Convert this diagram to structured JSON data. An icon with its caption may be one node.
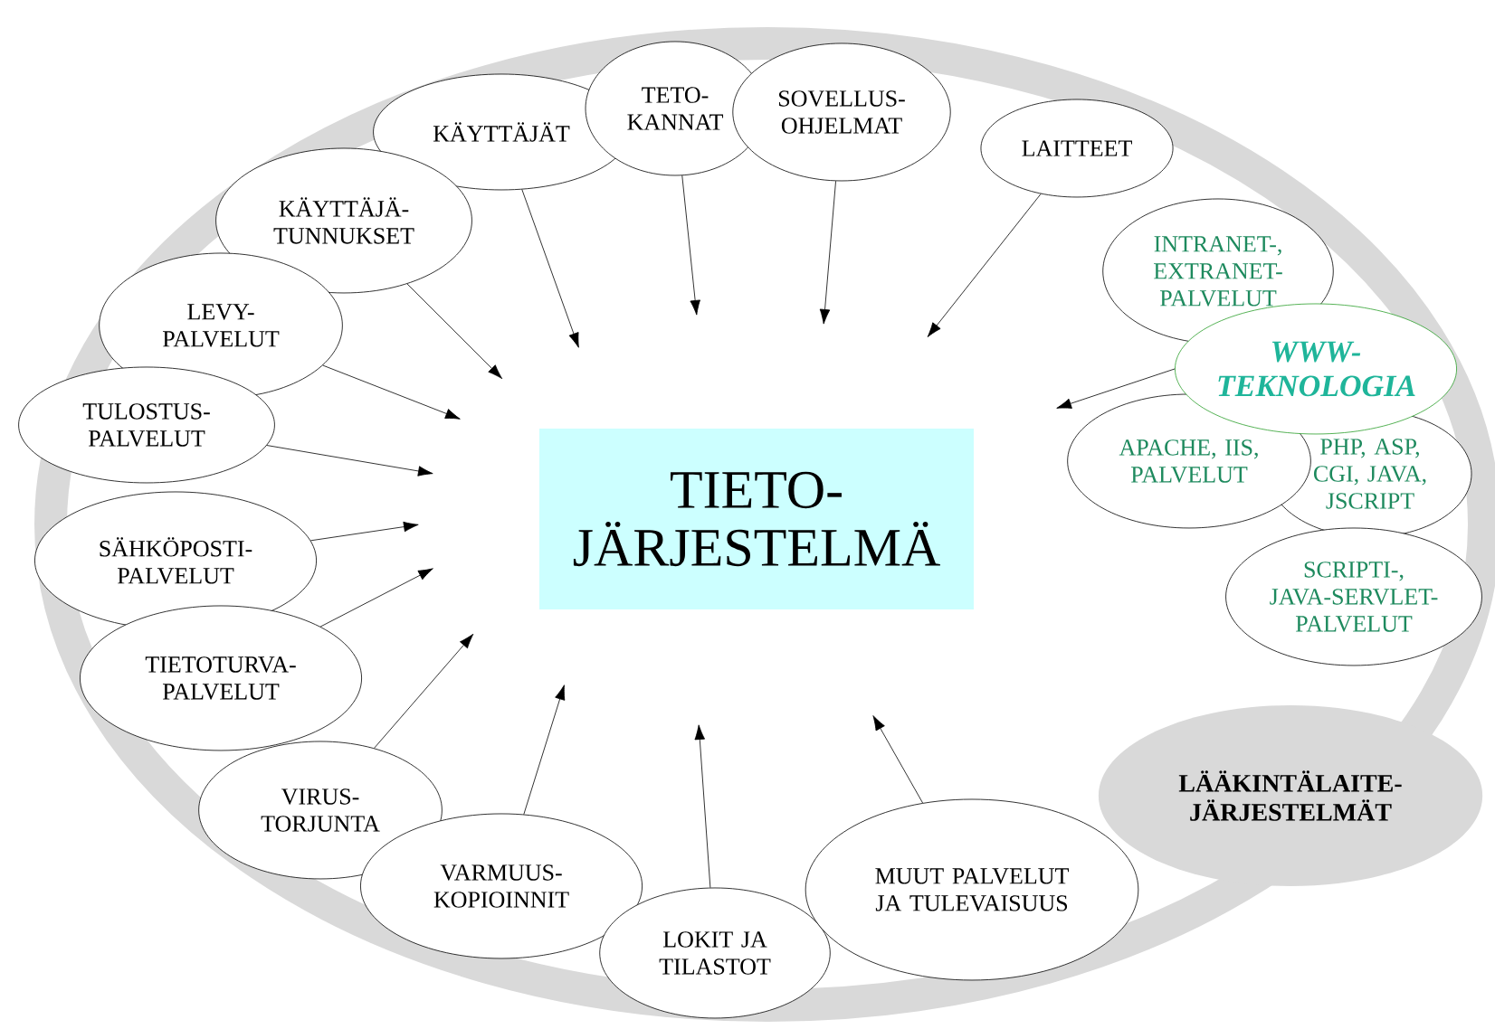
{
  "diagram": {
    "nodes": [
      {
        "text": [
          "TIETO- JÄRJESTELMÄ"
        ]
      },
      {
        "text": [
          "KÄYTTÄJÄT"
        ]
      },
      {
        "text": [
          "TETO- KANNAT"
        ]
      },
      {
        "text": [
          "SOVELLUS- OHJELMAT"
        ]
      },
      {
        "text": [
          "LAITTEET"
        ]
      },
      {
        "text": [
          "KÄYTTÄJÄ- TUNNUKSET"
        ]
      },
      {
        "text": [
          "LEVY- PALVELUT"
        ]
      },
      {
        "text": [
          "INTRANET-, EXTRANET- PALVELUT"
        ]
      },
      {
        "text": [
          "WWW- TEKNOLOGIA"
        ]
      },
      {
        "text": [
          "TULOSTUS- PALVELUT"
        ]
      },
      {
        "text": [
          "APACHE, IIS, PALVELUT"
        ]
      },
      {
        "text": [
          "PHP, ASP, CGI, JAVA, JSCRIPT"
        ]
      },
      {
        "text": [
          "SÄHKÖPOSTI- PALVELUT"
        ]
      },
      {
        "text": [
          "SCRIPTI-, JAVA-SERVLET- PALVELUT"
        ]
      },
      {
        "text": [
          "TIETOTURVA- PALVELUT"
        ]
      },
      {
        "text": [
          "LÄÄKINTÄLAITE- JÄRJESTELMÄT"
        ]
      },
      {
        "text": [
          "VIRUS- TORJUNTA"
        ]
      },
      {
        "text": [
          "MUUT PALVELUT JA TULEVAISUUS"
        ]
      },
      {
        "text": [
          "VARMUUS- KOPIOINNIT"
        ]
      },
      {
        "text": [
          "LOKIT JA TILASTOT"
        ]
      }
    ],
    "edges": [
      {
        "from": 1,
        "to": null,
        "arrow": "to"
      },
      {
        "from": 2,
        "to": null,
        "arrow": "to"
      },
      {
        "from": 3,
        "to": null,
        "arrow": "to"
      },
      {
        "from": 4,
        "to": null,
        "arrow": "to"
      },
      {
        "from": 5,
        "to": null,
        "arrow": "to"
      },
      {
        "from": 6,
        "to": null,
        "arrow": "to"
      },
      {
        "from": 8,
        "to": null,
        "arrow": "to"
      },
      {
        "from": 9,
        "to": null,
        "arrow": "to"
      },
      {
        "from": 12,
        "to": null,
        "arrow": "to"
      },
      {
        "from": 14,
        "to": null,
        "arrow": "to"
      },
      {
        "from": 16,
        "to": null,
        "arrow": "to"
      },
      {
        "from": 17,
        "to": null,
        "arrow": "to"
      },
      {
        "from": 18,
        "to": null,
        "arrow": "to"
      },
      {
        "from": 19,
        "to": null,
        "arrow": "to"
      }
    ]
  }
}
